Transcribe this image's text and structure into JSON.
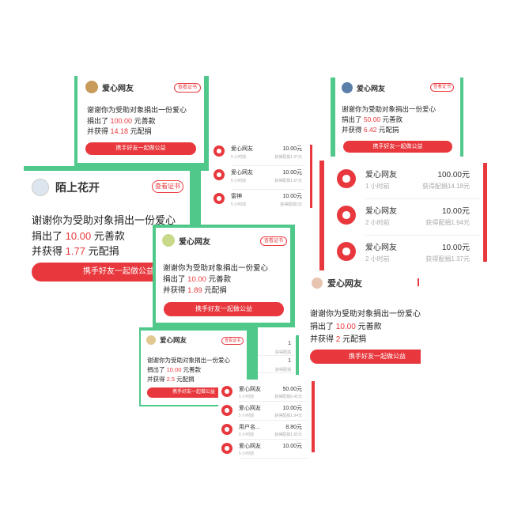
{
  "colors": {
    "accent": "#e8383d",
    "frame": "#4fc88a"
  },
  "common": {
    "thanks": "谢谢你为受助对象捐出一份爱心",
    "donated_prefix": "捐出了",
    "donated_suffix": "元善款",
    "match_prefix": "并获得",
    "match_suffix": "元配捐",
    "cta": "携手好友一起做公益",
    "cert": "查看证书"
  },
  "card_a": {
    "name": "爱心网友",
    "amount": "100.00",
    "match": "14.18"
  },
  "card_b": {
    "name": "爱心网友",
    "amount": "50.00",
    "match": "6.42"
  },
  "card_c": {
    "name": "陌上花开",
    "amount": "10.00",
    "match": "1.77",
    "thanks": "谢谢你为受助对象捐出一份爱心"
  },
  "card_d": {
    "name": "爱心网友",
    "amount": "10.00",
    "match": "1.89"
  },
  "card_e": {
    "name": "爱心网友",
    "amount": "10.00",
    "match": "2",
    "thanks": "谢谢你为受助对象捐出一份爱心"
  },
  "card_f": {
    "name": "爱心网友",
    "amount": "10.00",
    "match": "2.5"
  },
  "list_small": [
    {
      "name": "爱心网友",
      "time": "5 小时前",
      "amount": "10.00元",
      "match": "获得配捐1.97元"
    },
    {
      "name": "爱心网友",
      "time": "5 小时前",
      "amount": "10.00元",
      "match": "获得配捐1.67元"
    },
    {
      "name": "雷神",
      "time": "5 小时前",
      "amount": "10.00元",
      "match": "获得配捐2元"
    }
  ],
  "list_right": [
    {
      "name": "爱心网友",
      "time": "1 小时前",
      "amount": "100.00元",
      "match": "获得配捐14.18元"
    },
    {
      "name": "爱心网友",
      "time": "2 小时前",
      "amount": "10.00元",
      "match": "获得配捐1.94元"
    },
    {
      "name": "爱心网友",
      "time": "2 小时前",
      "amount": "10.00元",
      "match": "获得配捐1.37元"
    }
  ],
  "list_bottom": [
    {
      "name": "爱心网友",
      "time": "5 小时前",
      "amount": "50.00元",
      "match": "获得配捐6.42元"
    },
    {
      "name": "爱心网友",
      "time": "5 小时前",
      "amount": "10.00元",
      "match": "获得配捐1.94元"
    },
    {
      "name": "用户名...",
      "time": "5 小时前",
      "amount": "8.80元",
      "match": "获得配捐1.65元"
    },
    {
      "name": "爱心网友",
      "time": "5 小时前",
      "amount": "10.00元",
      "match": ""
    }
  ],
  "list_mid": [
    {
      "amount": "1",
      "match": "获得配捐"
    },
    {
      "amount": "1",
      "match": "获得配捐"
    }
  ]
}
